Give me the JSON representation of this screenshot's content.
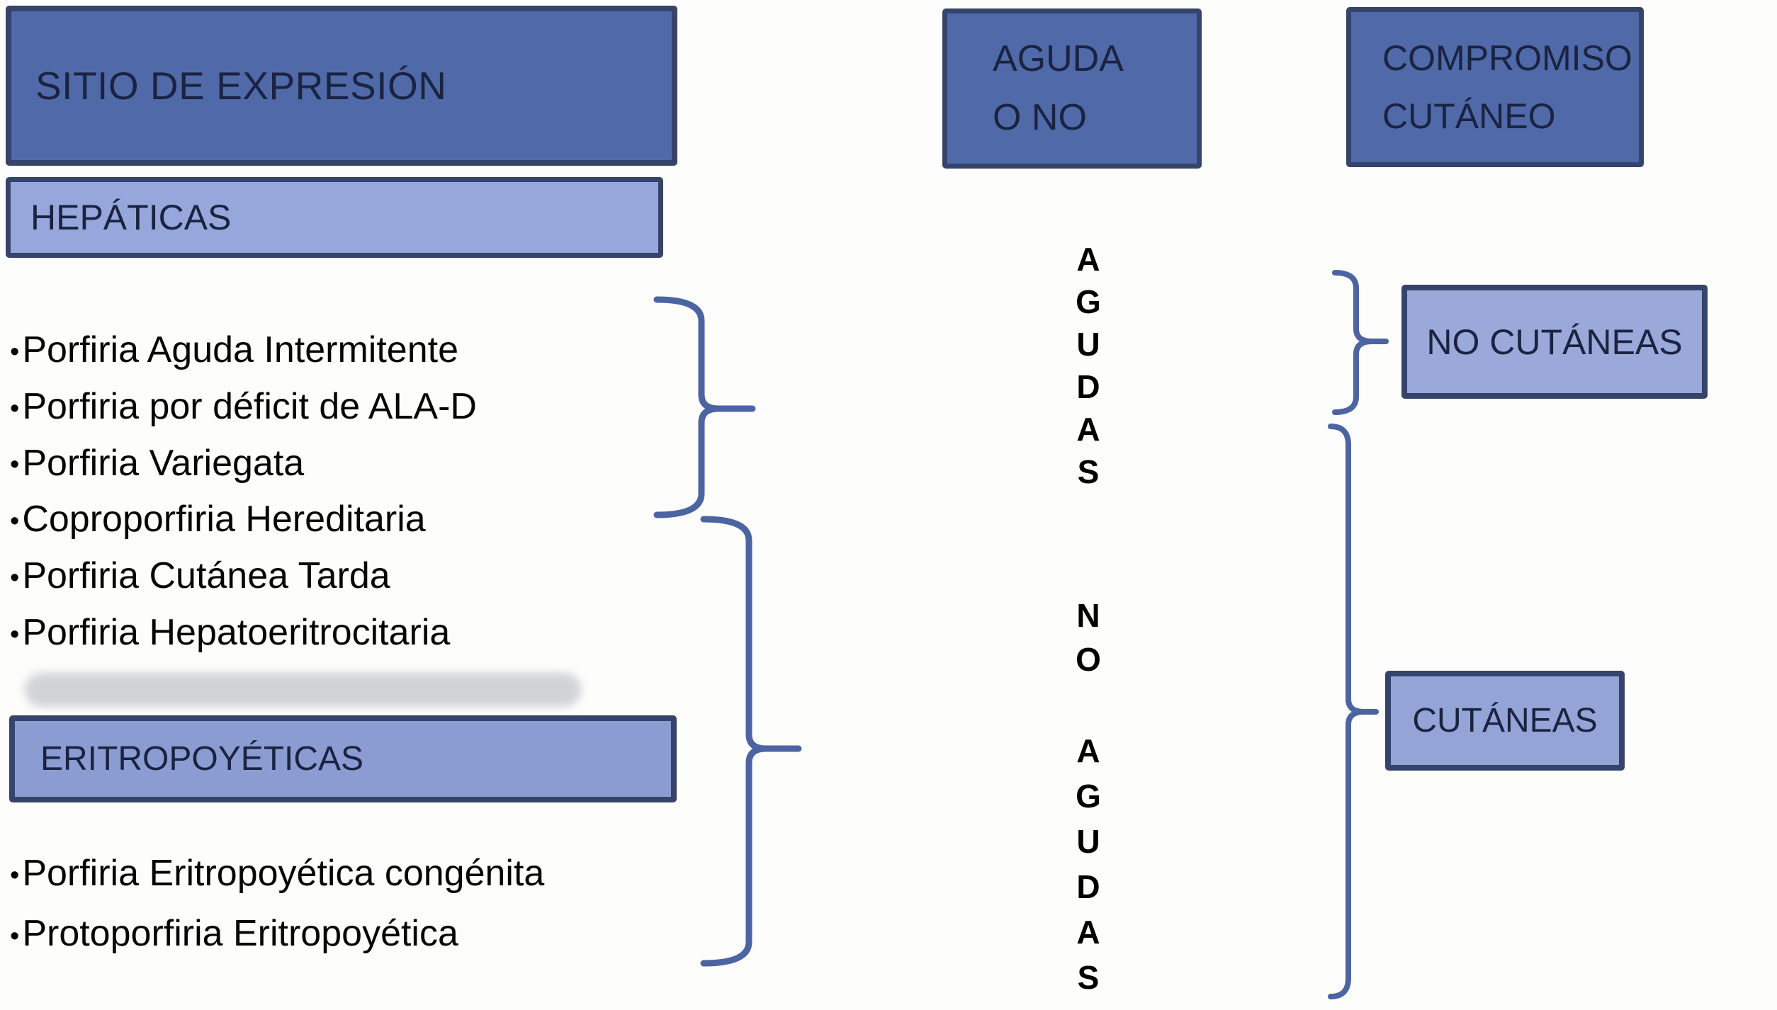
{
  "colors": {
    "header_fill": "#5069a9",
    "light_fill_1": "#97a7db",
    "light_fill_2": "#8b9cd3",
    "light_fill_3": "#9aa8da",
    "light_fill_4": "#95a4d7",
    "box_border": "#36436a",
    "brace": "#4d64a2",
    "box_text": "#1a2340",
    "bullet_text": "#060606"
  },
  "left_column": {
    "header_label": "SITIO DE EXPRESIÓN",
    "hepaticas_label": "HEPÁTICAS",
    "hepatic_items": [
      "Porfiria Aguda Intermitente",
      "Porfiria por déficit de ALA-D",
      "Porfiria Variegata",
      "Coproporfiria Hereditaria",
      "Porfiria Cutánea Tarda",
      "Porfiria Hepatoeritrocitaria"
    ],
    "eritropoyeticas_label": "ERITROPOYÉTICAS",
    "erythropoietic_items": [
      "Porfiria Eritropoyética congénita",
      "Protoporfiria Eritropoyética"
    ],
    "bullet_glyph": "•"
  },
  "middle_column": {
    "header_line1": "AGUDA",
    "header_line2": "O NO",
    "vertical_agudas_top": "A\nG\nU\nD\nA\nS",
    "vertical_no": "N\nO",
    "vertical_agudas_bottom": "A\nG\nU\nD\nA\nS"
  },
  "right_column": {
    "header_line1": "COMPROMISO",
    "header_line2": "CUTÁNEO",
    "no_cutaneas_label": "NO CUTÁNEAS",
    "cutaneas_label": "CUTÁNEAS"
  }
}
